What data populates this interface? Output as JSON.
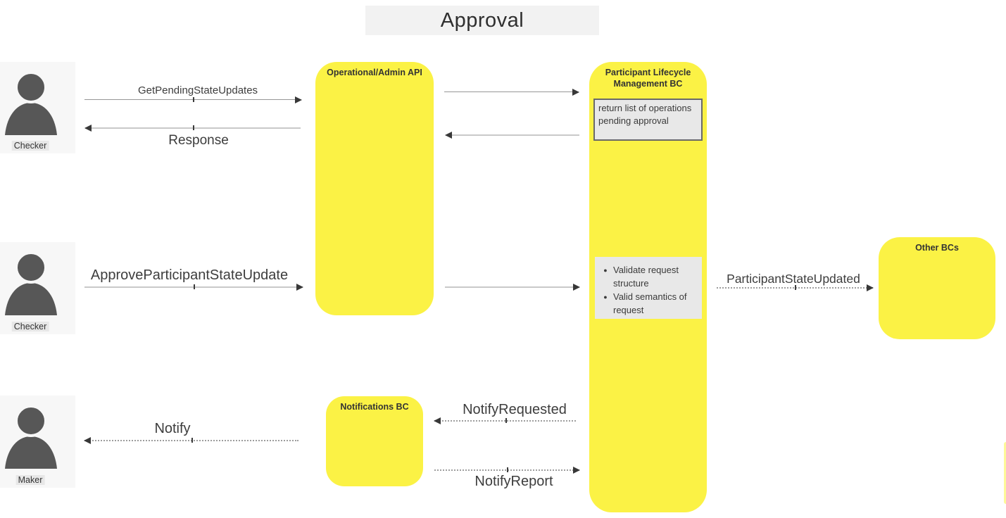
{
  "title": "Approval",
  "actors": [
    {
      "id": "checker-1",
      "label": "Checker"
    },
    {
      "id": "checker-2",
      "label": "Checker"
    },
    {
      "id": "maker",
      "label": "Maker"
    }
  ],
  "components": {
    "op_api": {
      "label": "Operational/Admin API"
    },
    "plm_bc": {
      "label": "Participant Lifecycle Management BC"
    },
    "notifications_bc": {
      "label": "Notifications BC"
    },
    "other_bcs": {
      "label": "Other BCs"
    }
  },
  "notes": {
    "return_list": {
      "text": "return list of operations pending approval"
    },
    "validate": {
      "bullets": [
        "Validate request structure",
        "Valid semantics of request"
      ]
    }
  },
  "messages": {
    "get_pending": {
      "label": "GetPendingStateUpdates",
      "style": "solid",
      "direction": "right"
    },
    "response": {
      "label": "Response",
      "style": "solid",
      "direction": "left"
    },
    "approve": {
      "label": "ApproveParticipantStateUpdate",
      "style": "solid",
      "direction": "right"
    },
    "participant_state_updated": {
      "label": "ParticipantStateUpdated",
      "style": "dotted",
      "direction": "right"
    },
    "notify_requested": {
      "label": "NotifyRequested",
      "style": "dotted",
      "direction": "left"
    },
    "notify": {
      "label": "Notify",
      "style": "dotted",
      "direction": "left"
    },
    "notify_report": {
      "label": "NotifyReport",
      "style": "dotted",
      "direction": "right"
    }
  },
  "colors": {
    "component_fill": "#FBF245",
    "note_bg": "#E8E8E8",
    "note_border": "#696969",
    "title_bg": "#F2F2F2",
    "actor_bg": "#F7F7F7",
    "actor_icon": "#575757",
    "arrow_line": "#9D9D9D",
    "arrow_head": "#383838",
    "text": "#3A3A3A"
  }
}
